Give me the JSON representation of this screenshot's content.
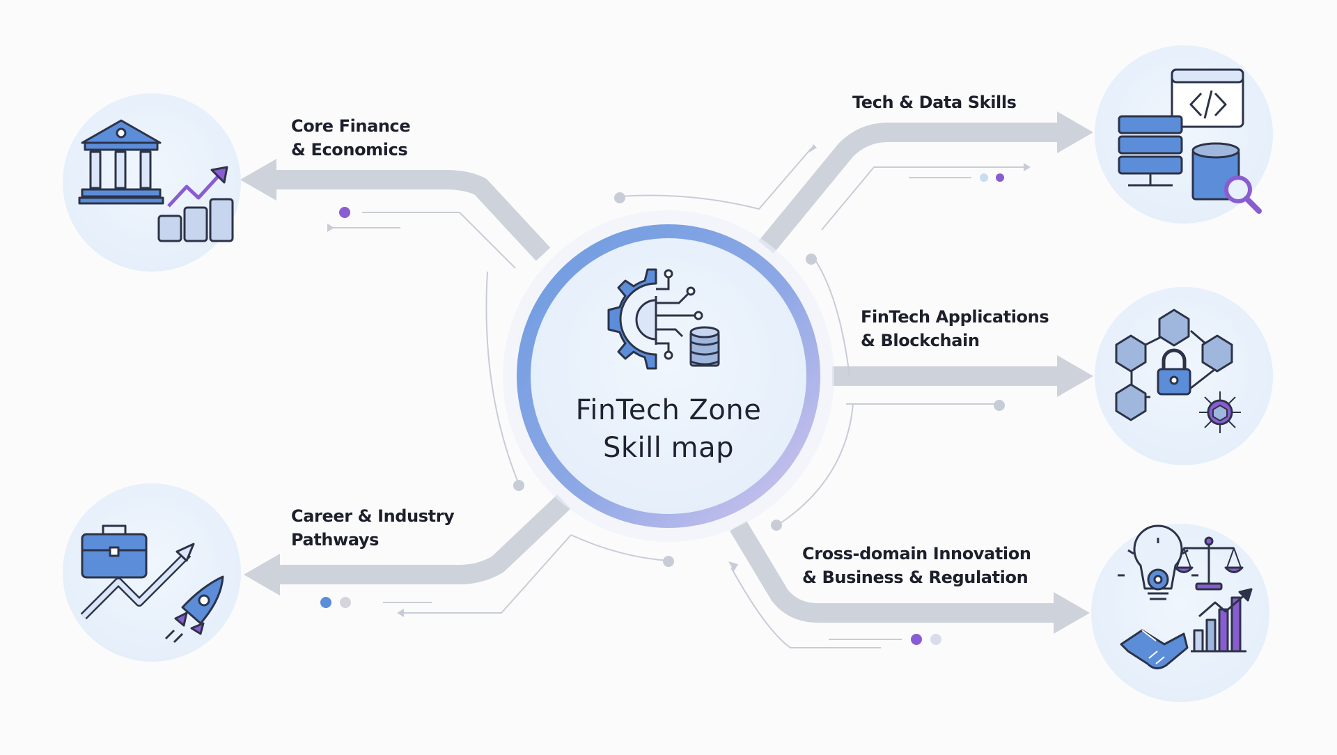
{
  "center": {
    "title_line1": "FinTech Zone",
    "title_line2": "Skill map",
    "icon": "gear-circuit-database-icon"
  },
  "branches": {
    "core_finance": {
      "line1": "Core Finance",
      "line2": "& Economics",
      "icon": "bank-growth-coins-icon"
    },
    "tech_data": {
      "line1": "Tech & Data Skills",
      "icon": "server-code-database-icon"
    },
    "fintech_apps": {
      "line1": "FinTech Applications",
      "line2": "& Blockchain",
      "icon": "blockchain-lock-icon"
    },
    "career": {
      "line1": "Career & Industry",
      "line2": "Pathways",
      "icon": "briefcase-rocket-icon"
    },
    "cross_domain": {
      "line1": "Cross-domain Innovation",
      "line2": "& Business & Regulation",
      "icon": "lightbulb-scales-handshake-icon"
    }
  },
  "colors": {
    "accent_blue": "#5b8dd9",
    "accent_purple": "#8a5cd1",
    "arrow_gray": "#cdd2db",
    "circle_fill": "#e8f1fb",
    "text": "#1d1f2b"
  }
}
